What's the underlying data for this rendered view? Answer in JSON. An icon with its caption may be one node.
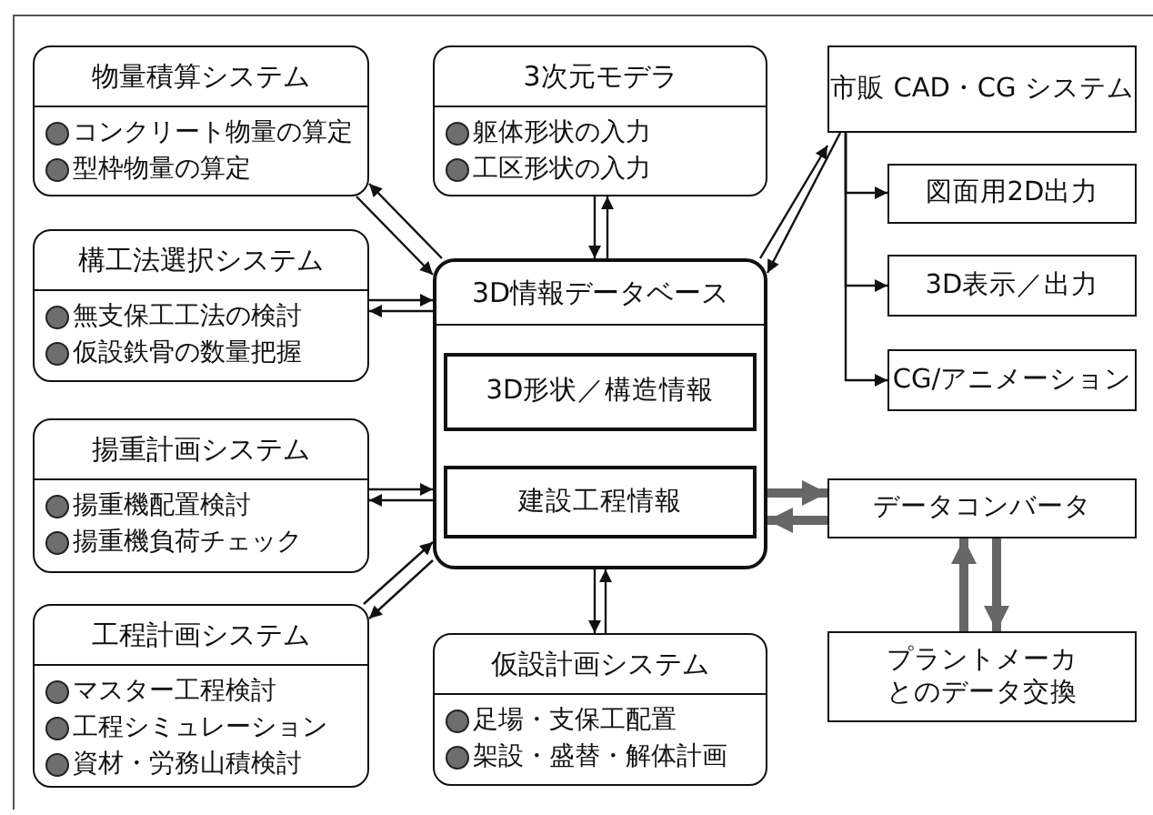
{
  "diagram": {
    "nodes": [
      {
        "text": [
          "物量積算システム",
          "コンクリート物量の算定",
          "型枠物量の算定"
        ]
      },
      {
        "text": [
          "3次元モデラ",
          "躯体形状の入力",
          "工区形状の入力"
        ]
      },
      {
        "text": [
          "市販 CAD・CG システム"
        ]
      },
      {
        "text": [
          "構工法選択システム",
          "無支保工工法の検討",
          "仮設鉄骨の数量把握"
        ]
      },
      {
        "text": [
          "3D情報データベース"
        ]
      },
      {
        "text": [
          "3D形状／構造情報"
        ],
        "in": 4
      },
      {
        "text": [
          "図面用2D出力"
        ]
      },
      {
        "text": [
          "3D表示／出力"
        ]
      },
      {
        "text": [
          "CG/アニメーション"
        ]
      },
      {
        "text": [
          "揚重計画システム",
          "揚重機配置検討",
          "揚重機負荷チェック"
        ]
      },
      {
        "text": [
          "建設工程情報"
        ],
        "in": 4
      },
      {
        "text": [
          "データコンバータ"
        ]
      },
      {
        "text": [
          "工程計画システム",
          "マスター工程検討",
          "工程シミュレーション",
          "資材・労務山積検討"
        ]
      },
      {
        "text": [
          "仮設計画システム",
          "足場・支保工配置",
          "架設・盛替・解体計画"
        ]
      },
      {
        "text": [
          "プラントメーカとのデータ交換"
        ]
      }
    ],
    "edges": [
      {
        "from": 0,
        "to": 4,
        "arrow": "to"
      },
      {
        "from": 4,
        "to": 0,
        "arrow": "to"
      },
      {
        "from": 1,
        "to": 4,
        "arrow": "to"
      },
      {
        "from": 4,
        "to": 1,
        "arrow": "to"
      },
      {
        "from": 4,
        "to": 2,
        "arrow": "to"
      },
      {
        "from": 2,
        "to": 4,
        "arrow": "to"
      },
      {
        "from": 3,
        "to": 4,
        "arrow": "to"
      },
      {
        "from": 4,
        "to": 3,
        "arrow": "to"
      },
      {
        "from": 9,
        "to": 4,
        "arrow": "to"
      },
      {
        "from": 4,
        "to": 9,
        "arrow": "to"
      },
      {
        "from": 12,
        "to": 4,
        "arrow": "to"
      },
      {
        "from": 4,
        "to": 12,
        "arrow": "to"
      },
      {
        "from": 4,
        "to": 13,
        "arrow": "to"
      },
      {
        "from": 13,
        "to": 4,
        "arrow": "to"
      },
      {
        "from": 2,
        "to": 6,
        "arrow": "to"
      },
      {
        "from": 2,
        "to": 7,
        "arrow": "to"
      },
      {
        "from": 2,
        "to": 8,
        "arrow": "to"
      },
      {
        "from": 4,
        "to": 11,
        "arrow": "to",
        "style": "thick",
        "color": "#666666"
      },
      {
        "from": 11,
        "to": 4,
        "arrow": "to",
        "style": "thick",
        "color": "#666666"
      },
      {
        "from": 11,
        "to": 14,
        "arrow": "to",
        "style": "thick",
        "color": "#666666"
      },
      {
        "from": 14,
        "to": 11,
        "arrow": "to",
        "style": "thick",
        "color": "#666666"
      }
    ]
  }
}
